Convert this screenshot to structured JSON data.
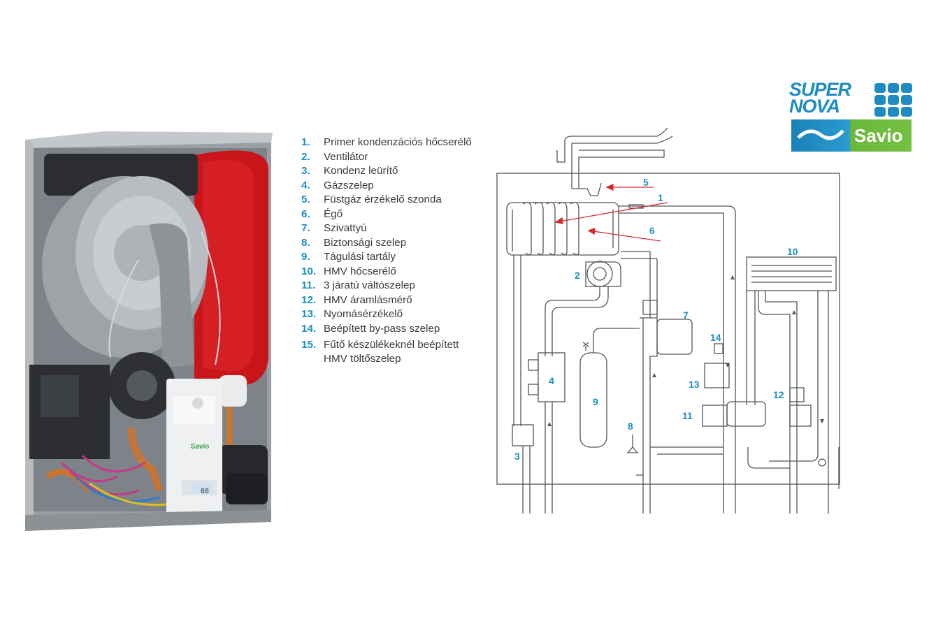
{
  "legend": [
    {
      "num": "1.",
      "text": "Primer kondenzációs hőcserélő"
    },
    {
      "num": "2.",
      "text": "Ventilátor"
    },
    {
      "num": "3.",
      "text": "Kondenz leürítő"
    },
    {
      "num": "4.",
      "text": "Gázszelep"
    },
    {
      "num": "5.",
      "text": "Füstgáz érzékelő szonda"
    },
    {
      "num": "6.",
      "text": "Égő"
    },
    {
      "num": "7.",
      "text": "Szivattyú"
    },
    {
      "num": "8.",
      "text": "Biztonsági szelep"
    },
    {
      "num": "9.",
      "text": "Tágulási tartály"
    },
    {
      "num": "10.",
      "text": "HMV hőcserélő"
    },
    {
      "num": "11.",
      "text": "3 járatú váltószelep"
    },
    {
      "num": "12.",
      "text": "HMV áramlásmérő"
    },
    {
      "num": "13.",
      "text": "Nyomásérzékelő"
    },
    {
      "num": "14.",
      "text": "Beépített by-pass szelep"
    },
    {
      "num": "15.",
      "text": "Fűtő készülékeknél beépített\nHMV töltőszelep"
    }
  ],
  "logo": {
    "line1": "SUPER",
    "line2": "NOVA",
    "savio": "Savio"
  },
  "diagram_labels": {
    "l1": "1",
    "l2": "2",
    "l3": "3",
    "l4": "4",
    "l5": "5",
    "l6": "6",
    "l7": "7",
    "l8": "8",
    "l9": "9",
    "l10": "10",
    "l11": "11",
    "l12": "12",
    "l13": "13",
    "l14": "14"
  },
  "photo": {
    "display": "88",
    "panel_brand": "Savio"
  },
  "colors": {
    "accent_blue": "#1b8fc4",
    "arrow_red": "#d42a2a",
    "tank_red": "#c9141a",
    "logo_green": "#74c043"
  }
}
